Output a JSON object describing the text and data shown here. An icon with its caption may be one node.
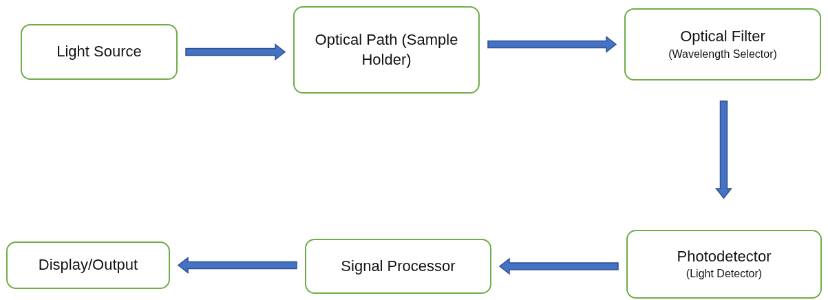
{
  "diagram": {
    "nodes": [
      {
        "text": [
          "Light Source"
        ]
      },
      {
        "text": [
          "Optical Path (Sample Holder)"
        ]
      },
      {
        "text": [
          "Optical Filter",
          "(Wavelength Selector)"
        ]
      },
      {
        "text": [
          "Photodetector",
          "(Light Detector)"
        ]
      },
      {
        "text": [
          "Signal Processor"
        ]
      },
      {
        "text": [
          "Display/Output"
        ]
      }
    ],
    "edges": [
      {
        "from": 0,
        "to": 1,
        "arrow": "to"
      },
      {
        "from": 1,
        "to": 2,
        "arrow": "to"
      },
      {
        "from": 2,
        "to": 3,
        "arrow": "to"
      },
      {
        "from": 3,
        "to": 4,
        "arrow": "to"
      },
      {
        "from": 4,
        "to": 5,
        "arrow": "to"
      }
    ]
  }
}
